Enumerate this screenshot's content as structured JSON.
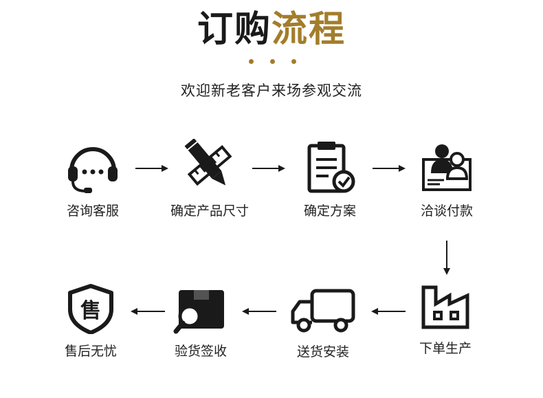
{
  "header": {
    "title_part1": "订购",
    "title_part2": "流程",
    "subtitle": "欢迎新老客户来场参观交流"
  },
  "colors": {
    "accent": "#a27d2b",
    "text": "#1a1a1a"
  },
  "steps": [
    {
      "label": "咨询客服",
      "icon": "headset-icon"
    },
    {
      "label": "确定产品尺寸",
      "icon": "pencil-ruler-icon"
    },
    {
      "label": "确定方案",
      "icon": "clipboard-check-icon"
    },
    {
      "label": "洽谈付款",
      "icon": "meeting-people-icon"
    },
    {
      "label": "下单生产",
      "icon": "factory-icon"
    },
    {
      "label": "送货安装",
      "icon": "delivery-truck-icon"
    },
    {
      "label": "验货签收",
      "icon": "box-inspect-icon"
    },
    {
      "label": "售后无忧",
      "icon": "after-sale-shield-icon"
    }
  ]
}
